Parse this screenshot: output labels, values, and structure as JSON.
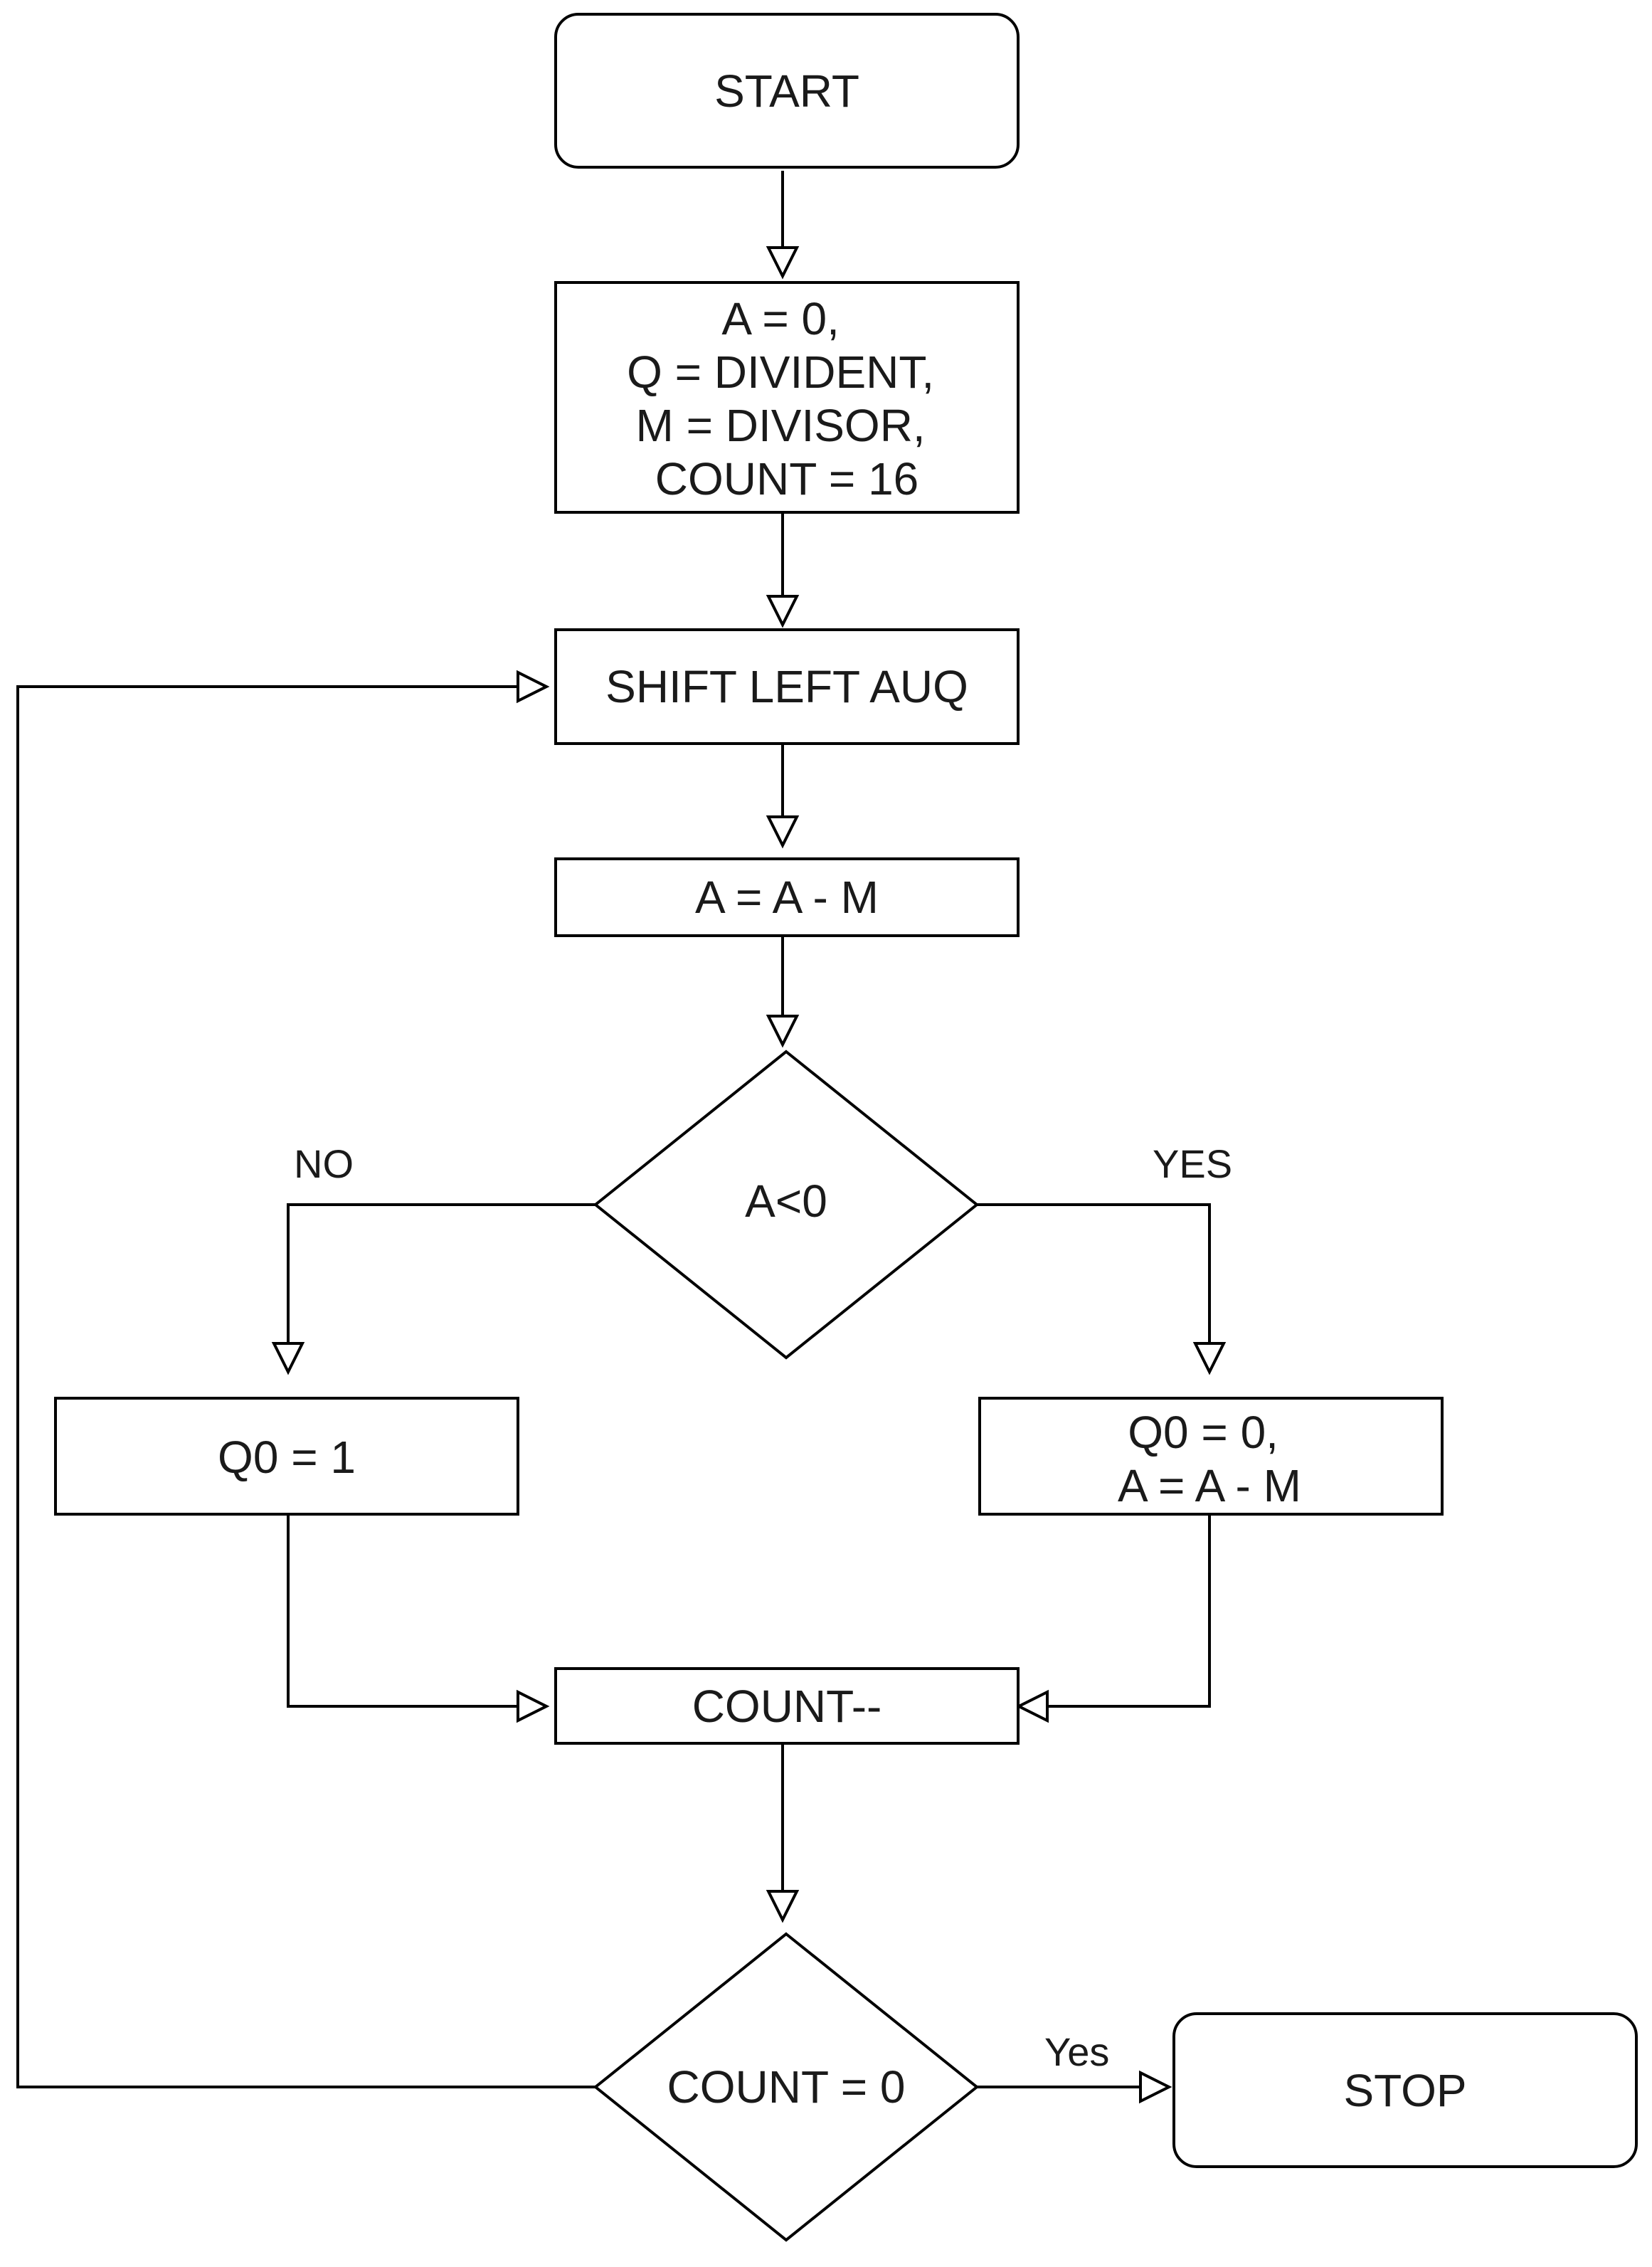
{
  "nodes": {
    "start": {
      "label": "START",
      "shape": "terminal"
    },
    "init": {
      "label_lines": [
        "A = 0,",
        "Q = DIVIDENT,",
        "M = DIVISOR,",
        "COUNT = 16"
      ],
      "shape": "process"
    },
    "shift": {
      "label": "SHIFT LEFT AUQ",
      "shape": "process"
    },
    "subtract": {
      "label": "A = A - M",
      "shape": "process"
    },
    "decision_a": {
      "label": "A<0",
      "shape": "decision"
    },
    "set_q1": {
      "label": "Q0 = 1",
      "shape": "process"
    },
    "set_q0": {
      "label_lines": [
        "Q0 = 0,",
        "A = A - M"
      ],
      "shape": "process"
    },
    "decrement": {
      "label": "COUNT--",
      "shape": "process"
    },
    "decision_count": {
      "label": "COUNT = 0",
      "shape": "decision"
    },
    "stop": {
      "label": "STOP",
      "shape": "terminal"
    }
  },
  "edge_labels": {
    "no": "NO",
    "yes": "YES",
    "count_yes": "Yes"
  },
  "colors": {
    "stroke": "#000000",
    "fill": "#ffffff",
    "text": "#1a1a1a"
  }
}
